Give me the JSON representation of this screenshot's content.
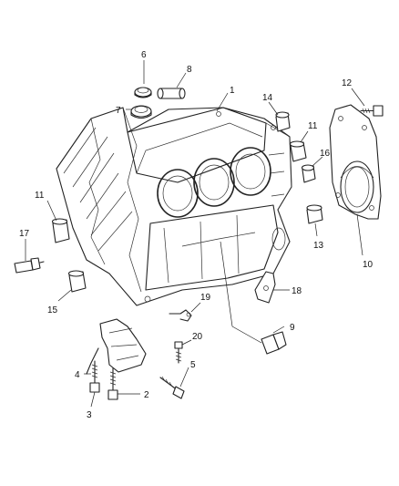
{
  "callouts": [
    {
      "id": "1",
      "text": "1"
    },
    {
      "id": "2",
      "text": "2"
    },
    {
      "id": "3",
      "text": "3"
    },
    {
      "id": "4",
      "text": "4"
    },
    {
      "id": "5",
      "text": "5"
    },
    {
      "id": "6",
      "text": "6"
    },
    {
      "id": "7",
      "text": "7"
    },
    {
      "id": "8",
      "text": "8"
    },
    {
      "id": "9",
      "text": "9"
    },
    {
      "id": "10",
      "text": "10"
    },
    {
      "id": "11a",
      "text": "11"
    },
    {
      "id": "11b",
      "text": "11"
    },
    {
      "id": "12",
      "text": "12"
    },
    {
      "id": "13",
      "text": "13"
    },
    {
      "id": "14",
      "text": "14"
    },
    {
      "id": "15",
      "text": "15"
    },
    {
      "id": "16",
      "text": "16"
    },
    {
      "id": "17",
      "text": "17"
    },
    {
      "id": "18",
      "text": "18"
    },
    {
      "id": "19",
      "text": "19"
    },
    {
      "id": "20",
      "text": "20"
    }
  ]
}
